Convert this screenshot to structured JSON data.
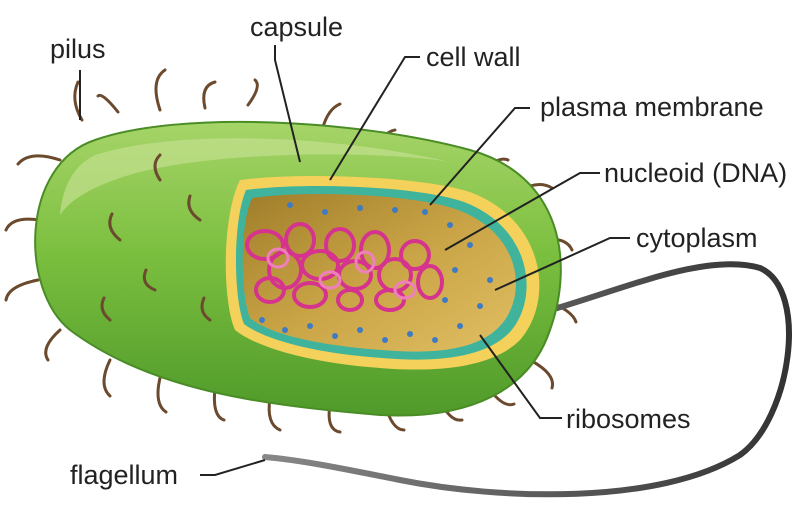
{
  "labels": {
    "pilus": "pilus",
    "capsule": "capsule",
    "cell_wall": "cell wall",
    "plasma_membrane": "plasma membrane",
    "nucleoid": "nucleoid (DNA)",
    "cytoplasm": "cytoplasm",
    "ribosomes": "ribosomes",
    "flagellum": "flagellum"
  },
  "colors": {
    "capsule_green": "#7bbf3f",
    "cell_wall_yellow": "#f3d15a",
    "plasma_membrane_teal": "#3fb39c",
    "cytoplasm_tan": "#c9a446",
    "dna_magenta": "#d6338f",
    "ribosome_blue": "#3f7bc2",
    "pilus_brown": "#6b4a2e",
    "flagellum_gray": "#555555"
  }
}
